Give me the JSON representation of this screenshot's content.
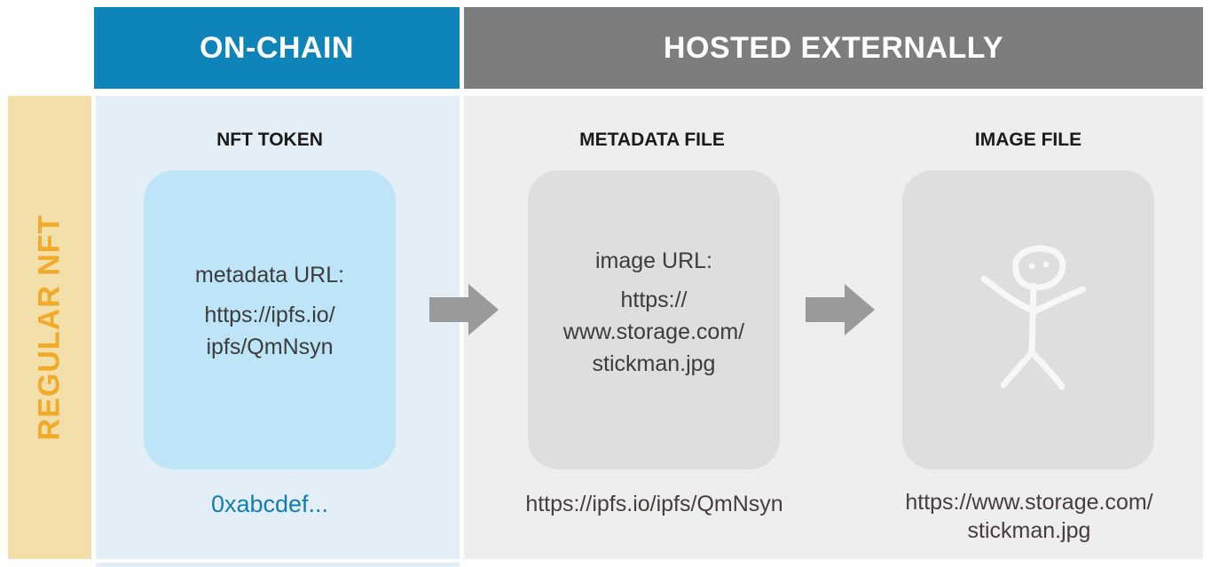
{
  "headers": {
    "on_chain": "ON-CHAIN",
    "hosted_externally": "HOSTED EXTERNALLY"
  },
  "row_label": "REGULAR NFT",
  "columns": [
    {
      "title": "NFT TOKEN",
      "card_lines": [
        "metadata URL:",
        "https://ipfs.io/",
        "ipfs/QmNsyn"
      ],
      "caption_lines": [
        "0xabcdef..."
      ]
    },
    {
      "title": "METADATA FILE",
      "card_lines": [
        "image URL:",
        "https://",
        "www.storage.com/",
        "stickman.jpg"
      ],
      "caption_lines": [
        "https://ipfs.io/ipfs/QmNsyn"
      ]
    },
    {
      "title": "IMAGE FILE",
      "card_icon": "stickman-icon",
      "caption_lines": [
        "https://www.storage.com/",
        "stickman.jpg"
      ]
    }
  ],
  "colors": {
    "on_chain_header": "#0e84b9",
    "external_header": "#7b7d7f",
    "row_label_bg": "#f3dfa9",
    "row_label_text": "#f2aa2a",
    "token_card": "#bde4f7",
    "external_card": "#dedede",
    "arrow": "#9a9a9a"
  }
}
